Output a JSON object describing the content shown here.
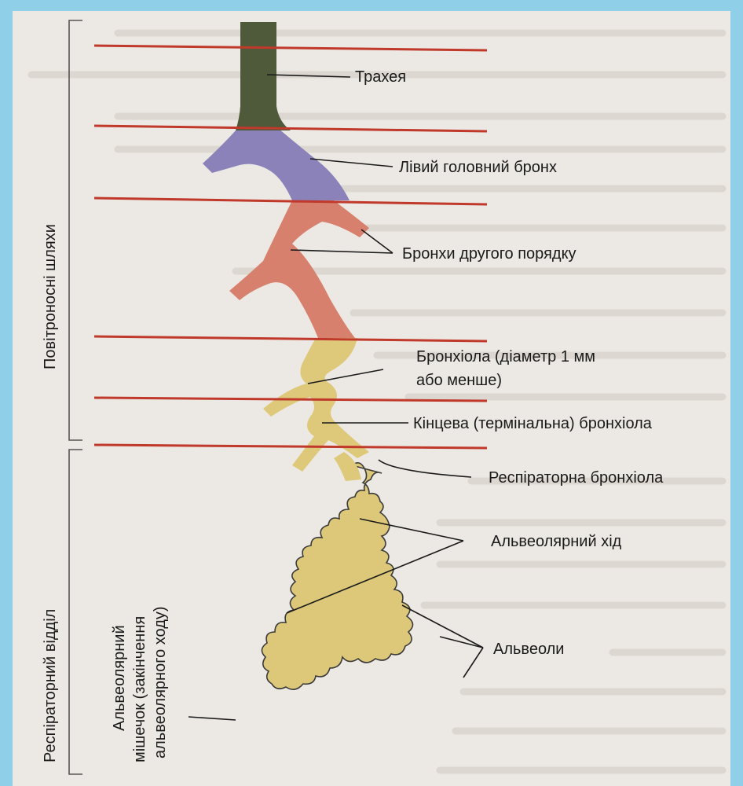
{
  "colors": {
    "frame": "#8fd0e8",
    "page": "#ece9e4",
    "rule": "#c0392b",
    "trachea": "#4f5a3a",
    "main_bronchus": "#8a82b8",
    "secondary_bronchi": "#d8806e",
    "bronchioles": "#ddc979",
    "alveoli": "#dcc878"
  },
  "labels": {
    "trachea": "Трахея",
    "left_main_bronchus": "Лівий головний бронх",
    "secondary_bronchi": "Бронхи другого порядку",
    "bronchiole_line1": "Бронхіола (діаметр 1 мм",
    "bronchiole_line2": "або менше)",
    "terminal_bronchiole": "Кінцева (термінальна) бронхіола",
    "respiratory_bronchiole": "Респіраторна бронхіола",
    "alveolar_duct": "Альвеолярний хід",
    "alveoli": "Альвеоли"
  },
  "side_labels": {
    "airways": "Повітроносні шляхи",
    "respiratory_section": "Респіраторний відділ",
    "sac_line1": "Альвеолярний",
    "sac_line2": "мішечок (закінчення",
    "sac_line3": "альвеолярного ходу)"
  }
}
